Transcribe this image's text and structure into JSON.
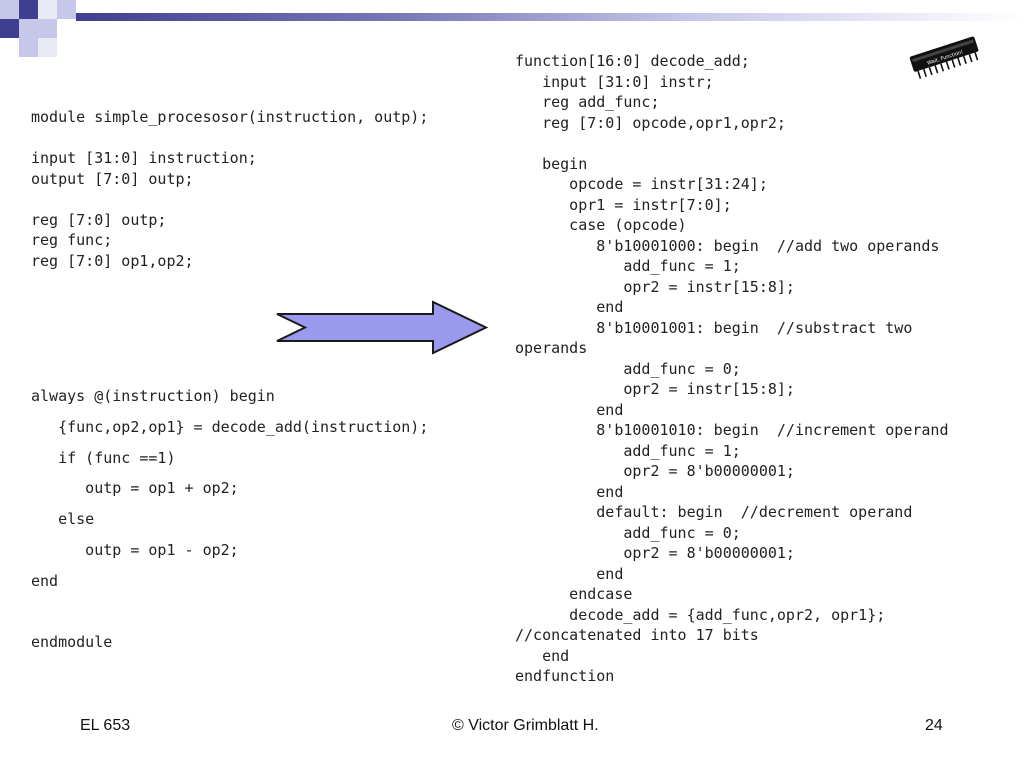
{
  "slide": {
    "code_left_top": "module simple_procesosor(instruction, outp);\n\ninput [31:0] instruction;\noutput [7:0] outp;\n\nreg [7:0] outp;\nreg func;\nreg [7:0] op1,op2;",
    "code_left_bottom": "always @(instruction) begin\n   {func,op2,op1} = decode_add(instruction);\n   if (func ==1)\n      outp = op1 + op2;\n   else\n      outp = op1 - op2;\nend\n\nendmodule",
    "code_right": "function[16:0] decode_add;\n   input [31:0] instr;\n   reg add_func;\n   reg [7:0] opcode,opr1,opr2;\n\n   begin\n      opcode = instr[31:24];\n      opr1 = instr[7:0];\n      case (opcode)\n         8'b10001000: begin  //add two operands\n            add_func = 1;\n            opr2 = instr[15:8];\n         end\n         8'b10001001: begin  //substract two\noperands\n            add_func = 0;\n            opr2 = instr[15:8];\n         end\n         8'b10001010: begin  //increment operand\n            add_func = 1;\n            opr2 = 8'b00000001;\n         end\n         default: begin  //decrement operand\n            add_func = 0;\n            opr2 = 8'b00000001;\n         end\n      endcase\n      decode_add = {add_func,opr2, opr1};\n//concatenated into 17 bits\n   end\nendfunction"
  },
  "footer": {
    "course": "EL 653",
    "copyright": "© Victor Grimblatt H.",
    "page_number": "24"
  },
  "chip": {
    "label": "Wait, Function!"
  },
  "colors": {
    "arrow_fill": "#9999ee",
    "accent_dark": "#3f3f92",
    "accent_light": "#c7c7ea"
  },
  "icons": {
    "arrow": "right-arrow-icon",
    "chip": "ic-chip-icon"
  }
}
